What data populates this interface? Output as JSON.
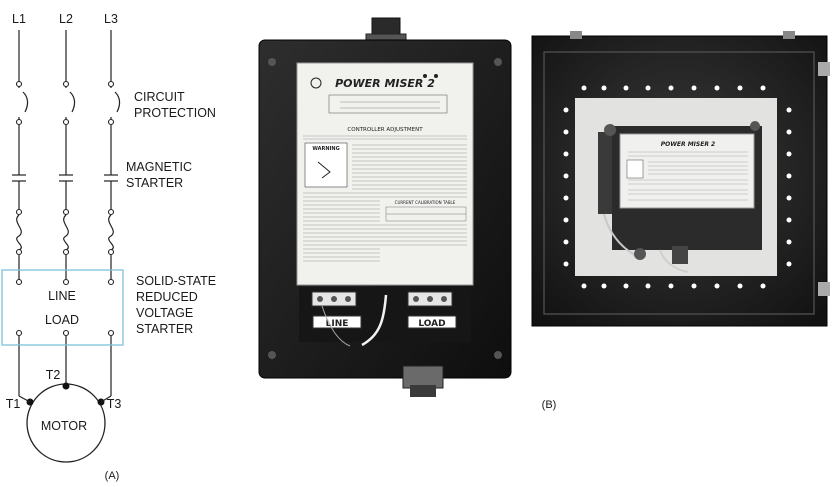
{
  "diagram": {
    "lines": [
      "L1",
      "L2",
      "L3"
    ],
    "labels": {
      "circuit_protection": [
        "CIRCUIT",
        "PROTECTION"
      ],
      "magnetic_starter": [
        "MAGNETIC",
        "STARTER"
      ],
      "solid_state": [
        "SOLID-STATE",
        "REDUCED",
        "VOLTAGE",
        "STARTER"
      ]
    },
    "box_line": "LINE",
    "box_load": "LOAD",
    "terminals": [
      "T1",
      "T2",
      "T3"
    ],
    "motor": "MOTOR",
    "caption": "(A)",
    "box_color": "#7fc3d8"
  },
  "photo_b": {
    "brand": "POWER MISER 2",
    "panel_title": "CONTROLLER ADJUSTMENT",
    "warning": "WARNING",
    "table_title": "CURRENT CALIBRATION TABLE",
    "terminal_line": "LINE",
    "terminal_load": "LOAD",
    "small_brand": "POWER MISER 2",
    "caption": "(B)"
  }
}
